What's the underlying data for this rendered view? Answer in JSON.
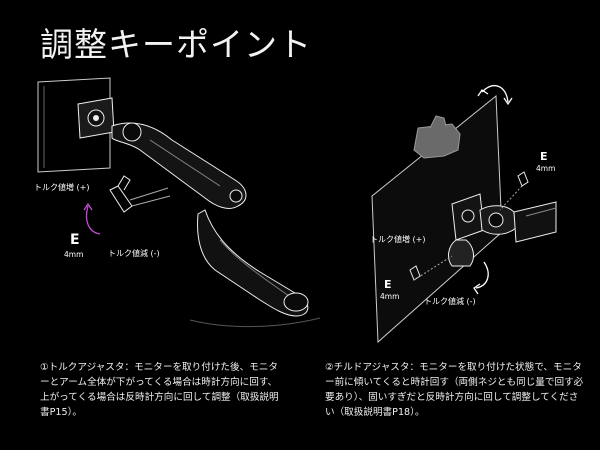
{
  "title": "調整キーポイント",
  "left_diagram": {
    "increase_label": "トルク値増 (+)",
    "decrease_label": "トルク値減 (-)",
    "tool_letter": "E",
    "tool_size": "4mm"
  },
  "right_diagram": {
    "increase_label": "トルク値増 (+)",
    "decrease_label": "トルク値減 (-)",
    "tool_letter_top": "E",
    "tool_size_top": "4mm",
    "tool_letter_bottom": "E",
    "tool_size_bottom": "4mm"
  },
  "captions": {
    "left": "①トルクアジャスタ：モニターを取り付けた後、モニターとアーム全体が下がってくる場合は時計方向に回す、上がってくる場合は反時計方向に回して調整（取扱説明書P15）。",
    "right": "②チルドアジャスタ：モニターを取り付けた状態で、モニター前に傾いてくると時計回す（両側ネジとも同じ量で回す必要あり）、固いすぎだと反時計方向に回して調整してください（取扱説明書P18）。"
  }
}
